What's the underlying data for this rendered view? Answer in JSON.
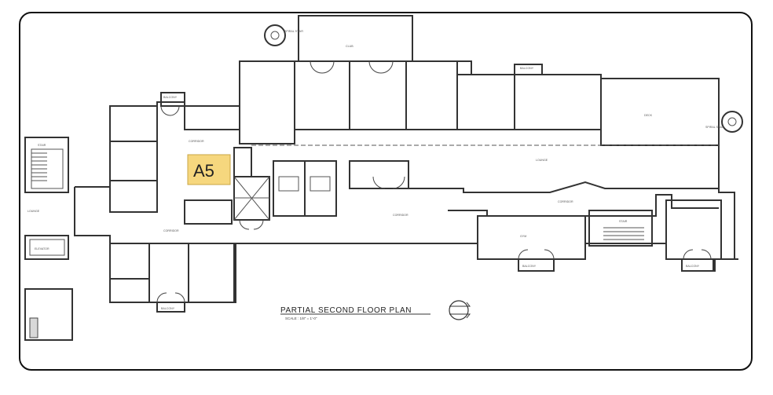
{
  "plan": {
    "title": "PARTIAL SECOND FLOOR PLAN",
    "scale": "SCALE : 1/8\" = 1'-0\"",
    "highlight_unit": "A5",
    "highlight_color": "#f6d77e",
    "room_labels": {
      "balcony": "BALCONY",
      "corridor": "CORRIDOR",
      "stair": "STAIR",
      "elevator": "ELEVATOR",
      "lounge": "LOUNGE",
      "deck": "DECK",
      "club": "CLUB",
      "gym": "GYM",
      "spiral_stair": "SPIRAL STAIR"
    }
  }
}
